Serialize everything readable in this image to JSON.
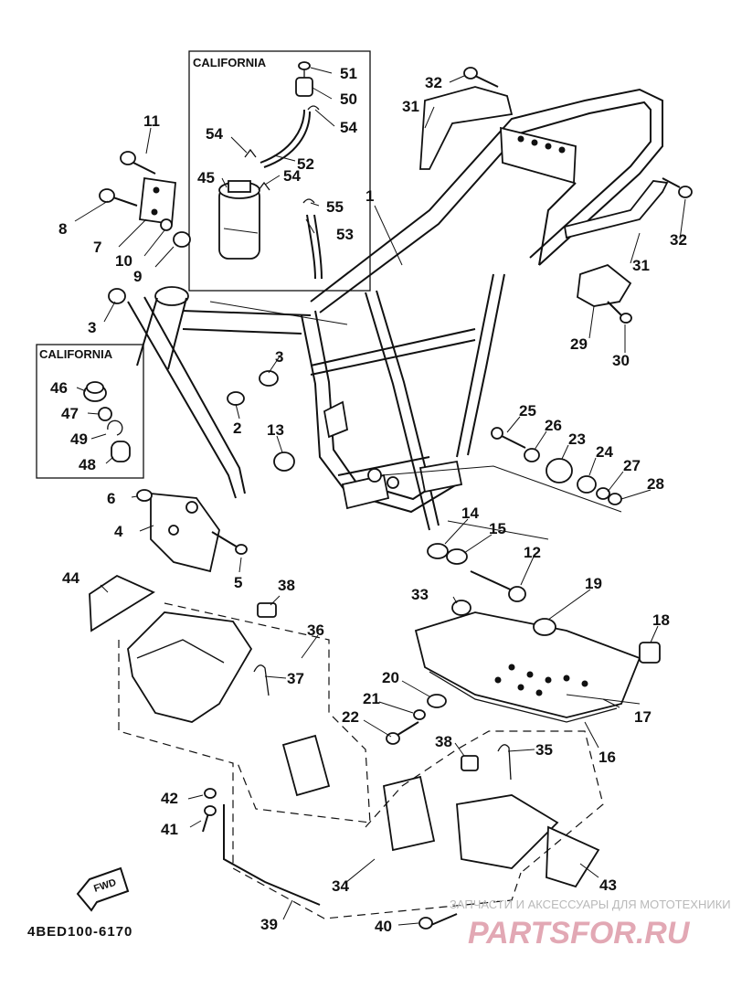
{
  "diagram": {
    "box_titles": [
      "CALIFORNIA",
      "CALIFORNIA"
    ],
    "callouts": [
      "1",
      "2",
      "3",
      "3",
      "4",
      "5",
      "6",
      "7",
      "8",
      "9",
      "10",
      "11",
      "12",
      "13",
      "14",
      "15",
      "16",
      "17",
      "18",
      "19",
      "20",
      "21",
      "22",
      "23",
      "24",
      "25",
      "26",
      "27",
      "28",
      "29",
      "30",
      "31",
      "31",
      "32",
      "32",
      "33",
      "34",
      "35",
      "36",
      "37",
      "38",
      "38",
      "39",
      "40",
      "41",
      "42",
      "43",
      "44",
      "45",
      "46",
      "47",
      "48",
      "49",
      "50",
      "51",
      "52",
      "53",
      "54",
      "54",
      "54",
      "55"
    ],
    "fwd_label": "FWD",
    "drawing_code": "4BED100-6170",
    "watermark_text": "ЗАПЧАСТИ И АКСЕССУАРЫ ДЛЯ МОТОТЕХНИКИ",
    "watermark_brand": "PARTSFOR.RU"
  }
}
